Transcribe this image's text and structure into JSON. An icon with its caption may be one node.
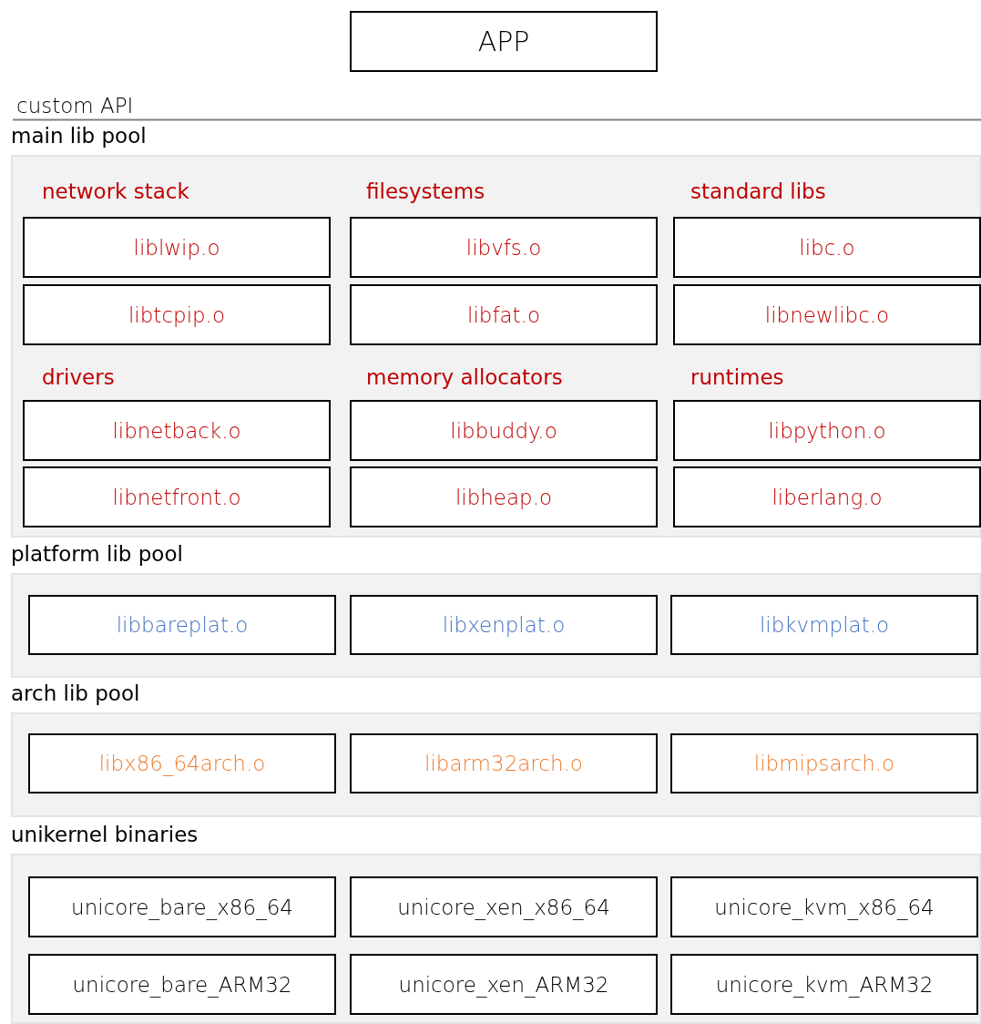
{
  "diagram": {
    "nodes": [
      {
        "text": [
          "APP"
        ]
      },
      {
        "text": [
          "main lib pool"
        ]
      },
      {
        "text": [
          "liblwip.o"
        ],
        "in": 1
      },
      {
        "text": [
          "libvfs.o"
        ],
        "in": 1
      },
      {
        "text": [
          "libc.o"
        ],
        "in": 1
      },
      {
        "text": [
          "libtcpip.o"
        ],
        "in": 1
      },
      {
        "text": [
          "libfat.o"
        ],
        "in": 1
      },
      {
        "text": [
          "libnewlibc.o"
        ],
        "in": 1
      },
      {
        "text": [
          "libnetback.o"
        ],
        "in": 1
      },
      {
        "text": [
          "libbuddy.o"
        ],
        "in": 1
      },
      {
        "text": [
          "libpython.o"
        ],
        "in": 1
      },
      {
        "text": [
          "libnetfront.o"
        ],
        "in": 1
      },
      {
        "text": [
          "libheap.o"
        ],
        "in": 1
      },
      {
        "text": [
          "liberlang.o"
        ],
        "in": 1
      },
      {
        "text": [
          "platform lib pool"
        ]
      },
      {
        "text": [
          "libbareplat.o"
        ],
        "in": 14
      },
      {
        "text": [
          "libxenplat.o"
        ],
        "in": 14
      },
      {
        "text": [
          "libkvmplat.o"
        ],
        "in": 14
      },
      {
        "text": [
          "arch lib pool"
        ]
      },
      {
        "text": [
          "libx86_64arch.o"
        ],
        "in": 18
      },
      {
        "text": [
          "libarm32arch.o"
        ],
        "in": 18
      },
      {
        "text": [
          "libmipsarch.o"
        ],
        "in": 18
      },
      {
        "text": [
          "unikernel binaries"
        ]
      },
      {
        "text": [
          "unicore_bare_x86_64"
        ],
        "in": 22
      },
      {
        "text": [
          "unicore_xen_x86_64"
        ],
        "in": 22
      },
      {
        "text": [
          "unicore_kvm_x86_64"
        ],
        "in": 22
      },
      {
        "text": [
          "unicore_bare_ARM32"
        ],
        "in": 22
      },
      {
        "text": [
          "unicore_xen_ARM32"
        ],
        "in": 22
      },
      {
        "text": [
          "unicore_kvm_ARM32"
        ],
        "in": 22
      }
    ],
    "labels": [
      "custom API",
      "network stack",
      "filesystems",
      "standard libs",
      "drivers",
      "memory allocators",
      "runtimes"
    ]
  }
}
